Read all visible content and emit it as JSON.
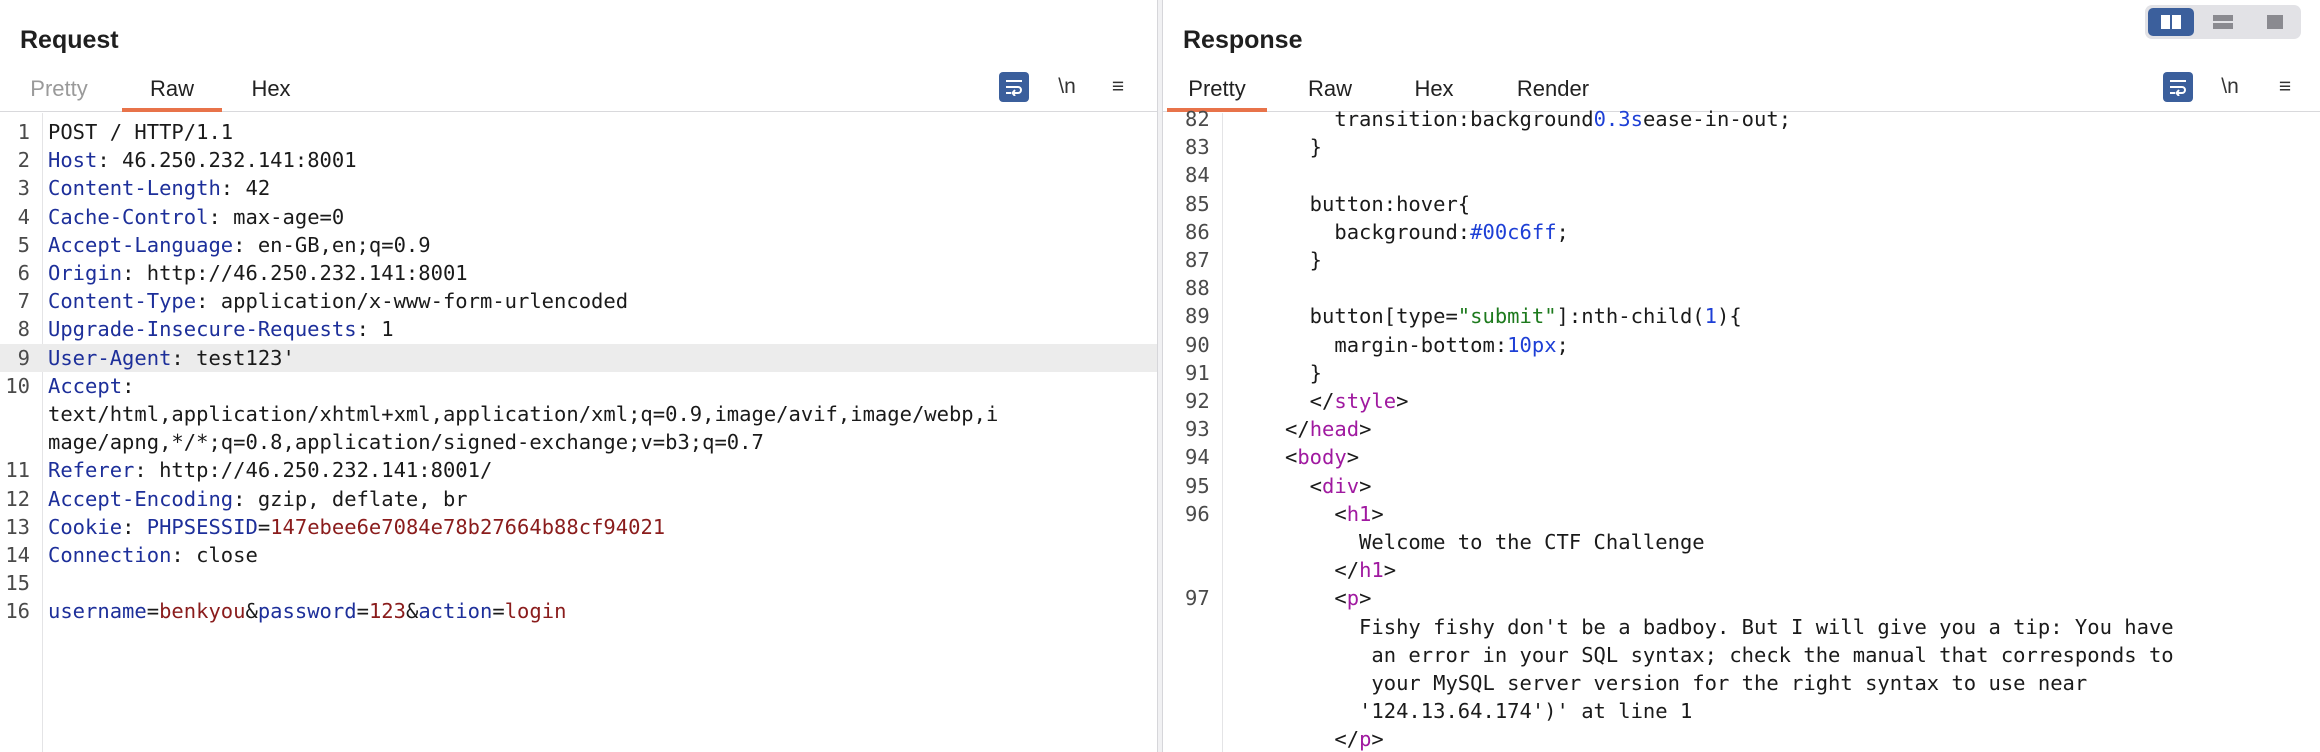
{
  "request": {
    "title": "Request",
    "tabs": [
      "Pretty",
      "Raw",
      "Hex"
    ],
    "active_tab": "Raw",
    "icons": {
      "wrap": "wrap-lines-icon",
      "newline": "\\n",
      "menu": "≡"
    },
    "lines": [
      {
        "n": "1",
        "parts": [
          {
            "t": "POST / HTTP/1.1",
            "c": "plain"
          }
        ]
      },
      {
        "n": "2",
        "parts": [
          {
            "t": "Host",
            "c": "k"
          },
          {
            "t": ": 46.250.232.141:8001",
            "c": "v"
          }
        ]
      },
      {
        "n": "3",
        "parts": [
          {
            "t": "Content-Length",
            "c": "k"
          },
          {
            "t": ": 42",
            "c": "v"
          }
        ]
      },
      {
        "n": "4",
        "parts": [
          {
            "t": "Cache-Control",
            "c": "k"
          },
          {
            "t": ": max-age=0",
            "c": "v"
          }
        ]
      },
      {
        "n": "5",
        "parts": [
          {
            "t": "Accept-Language",
            "c": "k"
          },
          {
            "t": ": en-GB,en;q=0.9",
            "c": "v"
          }
        ]
      },
      {
        "n": "6",
        "parts": [
          {
            "t": "Origin",
            "c": "k"
          },
          {
            "t": ": http://46.250.232.141:8001",
            "c": "v"
          }
        ]
      },
      {
        "n": "7",
        "parts": [
          {
            "t": "Content-Type",
            "c": "k"
          },
          {
            "t": ": application/x-www-form-urlencoded",
            "c": "v"
          }
        ]
      },
      {
        "n": "8",
        "parts": [
          {
            "t": "Upgrade-Insecure-Requests",
            "c": "k"
          },
          {
            "t": ": 1",
            "c": "v"
          }
        ]
      },
      {
        "n": "9",
        "hl": true,
        "parts": [
          {
            "t": "User-Agent",
            "c": "k"
          },
          {
            "t": ": test123'",
            "c": "v"
          }
        ]
      },
      {
        "n": "10",
        "parts": [
          {
            "t": "Accept",
            "c": "k"
          },
          {
            "t": ":",
            "c": "v"
          }
        ]
      },
      {
        "n": "",
        "parts": [
          {
            "t": "text/html,application/xhtml+xml,application/xml;q=0.9,image/avif,image/webp,i",
            "c": "v"
          }
        ]
      },
      {
        "n": "",
        "parts": [
          {
            "t": "mage/apng,*/*;q=0.8,application/signed-exchange;v=b3;q=0.7",
            "c": "v"
          }
        ]
      },
      {
        "n": "11",
        "parts": [
          {
            "t": "Referer",
            "c": "k"
          },
          {
            "t": ": http://46.250.232.141:8001/",
            "c": "v"
          }
        ]
      },
      {
        "n": "12",
        "parts": [
          {
            "t": "Accept-Encoding",
            "c": "k"
          },
          {
            "t": ": gzip, deflate, br",
            "c": "v"
          }
        ]
      },
      {
        "n": "13",
        "parts": [
          {
            "t": "Cookie",
            "c": "k"
          },
          {
            "t": ": ",
            "c": "v"
          },
          {
            "t": "PHPSESSID",
            "c": "k"
          },
          {
            "t": "=",
            "c": "v"
          },
          {
            "t": "147ebee6e7084e78b27664b88cf94021",
            "c": "val"
          }
        ]
      },
      {
        "n": "14",
        "parts": [
          {
            "t": "Connection",
            "c": "k"
          },
          {
            "t": ": close",
            "c": "v"
          }
        ]
      },
      {
        "n": "15",
        "parts": []
      },
      {
        "n": "16",
        "parts": [
          {
            "t": "username",
            "c": "k"
          },
          {
            "t": "=",
            "c": "v"
          },
          {
            "t": "benkyou",
            "c": "val"
          },
          {
            "t": "&",
            "c": "v"
          },
          {
            "t": "password",
            "c": "k"
          },
          {
            "t": "=",
            "c": "v"
          },
          {
            "t": "123",
            "c": "val"
          },
          {
            "t": "&",
            "c": "v"
          },
          {
            "t": "action",
            "c": "k"
          },
          {
            "t": "=",
            "c": "v"
          },
          {
            "t": "login",
            "c": "val"
          }
        ]
      }
    ]
  },
  "response": {
    "title": "Response",
    "tabs": [
      "Pretty",
      "Raw",
      "Hex",
      "Render"
    ],
    "active_tab": "Pretty",
    "icons": {
      "wrap": "wrap-lines-icon",
      "newline": "\\n",
      "menu": "≡"
    },
    "lines": [
      {
        "n": "82",
        "parts": [
          {
            "t": "    transition:background",
            "c": "plain"
          },
          {
            "t": "0.3s",
            "c": "num"
          },
          {
            "t": "ease-in-out;",
            "c": "plain"
          }
        ]
      },
      {
        "n": "83",
        "parts": [
          {
            "t": "  }",
            "c": "plain"
          }
        ]
      },
      {
        "n": "84",
        "parts": []
      },
      {
        "n": "85",
        "parts": [
          {
            "t": "  button:hover{",
            "c": "plain"
          }
        ]
      },
      {
        "n": "86",
        "parts": [
          {
            "t": "    background:",
            "c": "plain"
          },
          {
            "t": "#00c6ff",
            "c": "num"
          },
          {
            "t": ";",
            "c": "plain"
          }
        ]
      },
      {
        "n": "87",
        "parts": [
          {
            "t": "  }",
            "c": "plain"
          }
        ]
      },
      {
        "n": "88",
        "parts": []
      },
      {
        "n": "89",
        "parts": [
          {
            "t": "  button[type=",
            "c": "plain"
          },
          {
            "t": "\"submit\"",
            "c": "str"
          },
          {
            "t": "]:nth-child(",
            "c": "plain"
          },
          {
            "t": "1",
            "c": "num"
          },
          {
            "t": "){",
            "c": "plain"
          }
        ]
      },
      {
        "n": "90",
        "parts": [
          {
            "t": "    margin-bottom:",
            "c": "plain"
          },
          {
            "t": "10px",
            "c": "num"
          },
          {
            "t": ";",
            "c": "plain"
          }
        ]
      },
      {
        "n": "91",
        "parts": [
          {
            "t": "  }",
            "c": "plain"
          }
        ]
      },
      {
        "n": "92",
        "parts": [
          {
            "t": "  </",
            "c": "plain"
          },
          {
            "t": "style",
            "c": "tag"
          },
          {
            "t": ">",
            "c": "plain"
          }
        ]
      },
      {
        "n": "93",
        "parts": [
          {
            "t": "</",
            "c": "plain"
          },
          {
            "t": "head",
            "c": "tag"
          },
          {
            "t": ">",
            "c": "plain"
          }
        ]
      },
      {
        "n": "94",
        "parts": [
          {
            "t": "<",
            "c": "plain"
          },
          {
            "t": "body",
            "c": "tag"
          },
          {
            "t": ">",
            "c": "plain"
          }
        ]
      },
      {
        "n": "95",
        "parts": [
          {
            "t": "  <",
            "c": "plain"
          },
          {
            "t": "div",
            "c": "tag"
          },
          {
            "t": ">",
            "c": "plain"
          }
        ]
      },
      {
        "n": "96",
        "parts": [
          {
            "t": "    <",
            "c": "plain"
          },
          {
            "t": "h1",
            "c": "tag"
          },
          {
            "t": ">",
            "c": "plain"
          }
        ]
      },
      {
        "n": "",
        "parts": [
          {
            "t": "      Welcome to the CTF Challenge",
            "c": "plain"
          }
        ]
      },
      {
        "n": "",
        "parts": [
          {
            "t": "    </",
            "c": "plain"
          },
          {
            "t": "h1",
            "c": "tag"
          },
          {
            "t": ">",
            "c": "plain"
          }
        ]
      },
      {
        "n": "97",
        "parts": [
          {
            "t": "    <",
            "c": "plain"
          },
          {
            "t": "p",
            "c": "tag"
          },
          {
            "t": ">",
            "c": "plain"
          }
        ]
      },
      {
        "n": "",
        "parts": [
          {
            "t": "      Fishy fishy don't be a badboy. But I will give you a tip: You have",
            "c": "plain"
          }
        ]
      },
      {
        "n": "",
        "parts": [
          {
            "t": "       an error in your SQL syntax; check the manual that corresponds to",
            "c": "plain"
          }
        ]
      },
      {
        "n": "",
        "parts": [
          {
            "t": "       your MySQL server version for the right syntax to use near",
            "c": "plain"
          }
        ]
      },
      {
        "n": "",
        "parts": [
          {
            "t": "      '124.13.64.174')' at line 1",
            "c": "plain"
          }
        ]
      },
      {
        "n": "",
        "parts": [
          {
            "t": "    </",
            "c": "plain"
          },
          {
            "t": "p",
            "c": "tag"
          },
          {
            "t": ">",
            "c": "plain"
          }
        ]
      }
    ]
  },
  "layout_toggle": {
    "options": [
      "side-by-side-layout-icon",
      "stacked-layout-icon",
      "single-pane-layout-icon"
    ],
    "active": "side-by-side-layout-icon"
  },
  "colors": {
    "accent_tab": "#e8734a",
    "icon_button": "#3b5f9c",
    "header_key": "#1d2f9a",
    "param_value": "#8a1c1c",
    "html_tag": "#a019a0"
  }
}
